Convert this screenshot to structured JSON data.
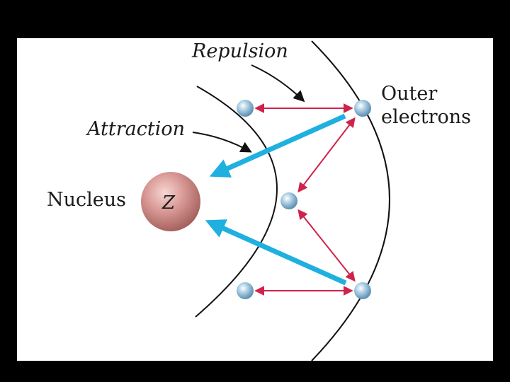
{
  "labels": {
    "repulsion": "Repulsion",
    "attraction": "Attraction",
    "outer_line1": "Outer",
    "outer_line2": "electrons",
    "nucleus": "Nucleus",
    "nucleus_symbol": "Z"
  },
  "colors": {
    "background": "#000000",
    "panel": "#ffffff",
    "attraction_arrow": "#1fb0e0",
    "repulsion_arrow": "#d0234a",
    "electron": "#9ec6de",
    "nucleus": "#d99a96",
    "shell_line": "#111111"
  }
}
